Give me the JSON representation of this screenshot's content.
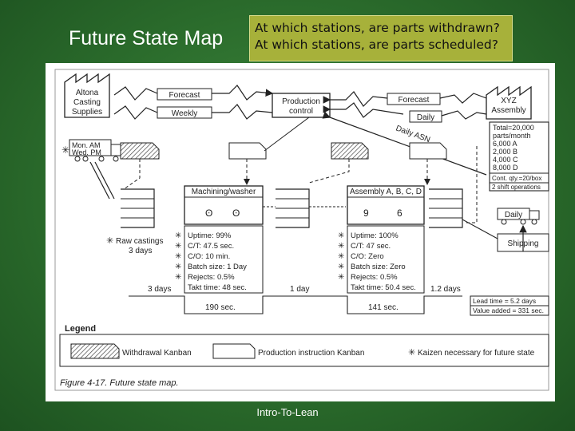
{
  "slide": {
    "title": "Future State Map",
    "questions": [
      "At which stations, are parts withdrawn?",
      "At which stations, are parts scheduled?"
    ],
    "footer": "Intro-To-Lean"
  },
  "vsm": {
    "supplier": [
      "Altona",
      "Casting",
      "Supplies"
    ],
    "customer": [
      "XYZ",
      "Assembly"
    ],
    "production_control": [
      "Production",
      "control"
    ],
    "forecast_left": "Forecast",
    "weekly": "Weekly",
    "forecast_right": "Forecast",
    "daily_right": "Daily",
    "daily_asn": "Daily ASN",
    "truck_schedule": [
      "Mon. AM",
      "Wed. PM"
    ],
    "raw_castings": [
      "Raw castings",
      "3 days"
    ],
    "customer_demand": [
      "Total=20,000",
      "parts/month",
      "6,000 A",
      "2,000 B",
      "4,000 C",
      "8,000 D",
      "Cont. qty.=20/box",
      "2 shift operations"
    ],
    "daily_truck": "Daily",
    "shipping": "Shipping",
    "machining": {
      "name": "Machining/washer",
      "data": [
        "Uptime: 99%",
        "C/T: 47.5 sec.",
        "C/O: 10 min.",
        "Batch size: 1 Day",
        "Rejects: 0.5%",
        "Takt time: 48 sec."
      ]
    },
    "assembly": {
      "name": "Assembly A, B, C, D",
      "data": [
        "Uptime: 100%",
        "C/T: 47 sec.",
        "C/O: Zero",
        "Batch size: Zero",
        "Rejects: 0.5%",
        "Takt time: 50.4 sec."
      ]
    },
    "timeline": {
      "days": [
        "3 days",
        "1 day",
        "1.2 days"
      ],
      "seconds": [
        "190 sec.",
        "141 sec."
      ],
      "lead_time": "Lead time = 5.2 days",
      "value_added": "Value added = 331 sec."
    },
    "legend": {
      "title": "Legend",
      "withdrawal": "Withdrawal Kanban",
      "production": "Production instruction Kanban",
      "kaizen": "Kaizen necessary for future state"
    },
    "caption": "Figure 4-17. Future state map."
  }
}
